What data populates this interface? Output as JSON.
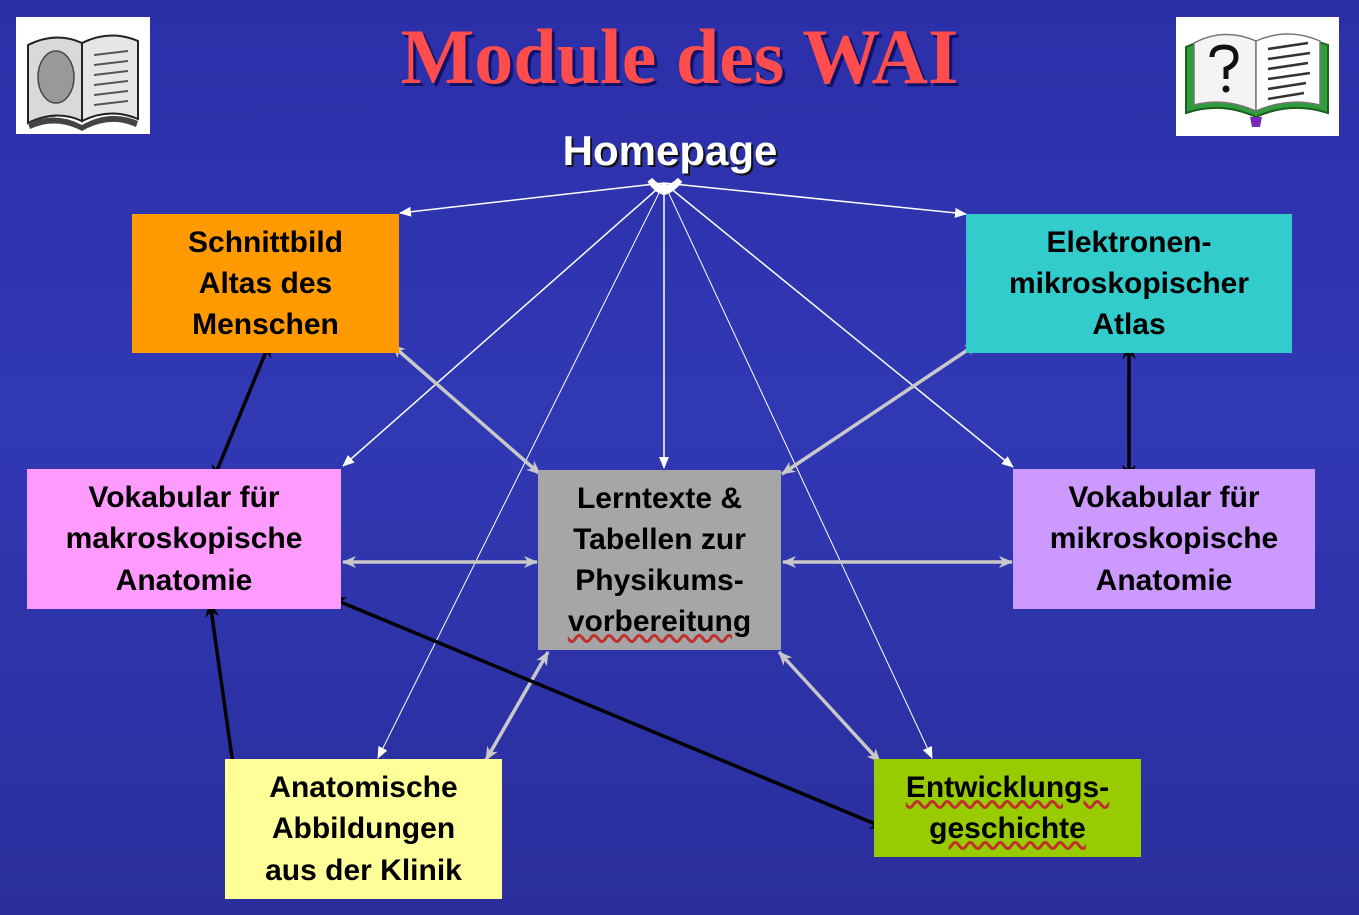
{
  "title": "Module des WAI",
  "homepage": "Homepage",
  "boxes": {
    "schnitt": "Schnittbild\nAltas des\nMenschen",
    "elektronen": "Elektronen-\nmikroskopischer\nAtlas",
    "vok_makro": "Vokabular für\nmakroskopische\nAnatomie",
    "lern_line1": "Lerntexte &",
    "lern_line2": "Tabellen zur",
    "lern_line3": "Physikums-",
    "lern_line4": "vorbereitung",
    "vok_mikro": "Vokabular für\nmikroskopische\nAnatomie",
    "klinik": "Anatomische\nAbbildungen\naus der Klinik",
    "entw_line1": "Entwicklungs-",
    "entw_line2": "geschichte"
  },
  "icons": {
    "left": "open-book-icon",
    "right": "question-book-icon"
  },
  "colors": {
    "title": "#ff4d4d",
    "schnitt": "#ff9a00",
    "elektronen": "#33cccc",
    "vok_makro": "#ff9bff",
    "lern": "#a6a6a6",
    "vok_mikro": "#cc99ff",
    "klinik": "#ffff99",
    "entw": "#99cc00"
  }
}
